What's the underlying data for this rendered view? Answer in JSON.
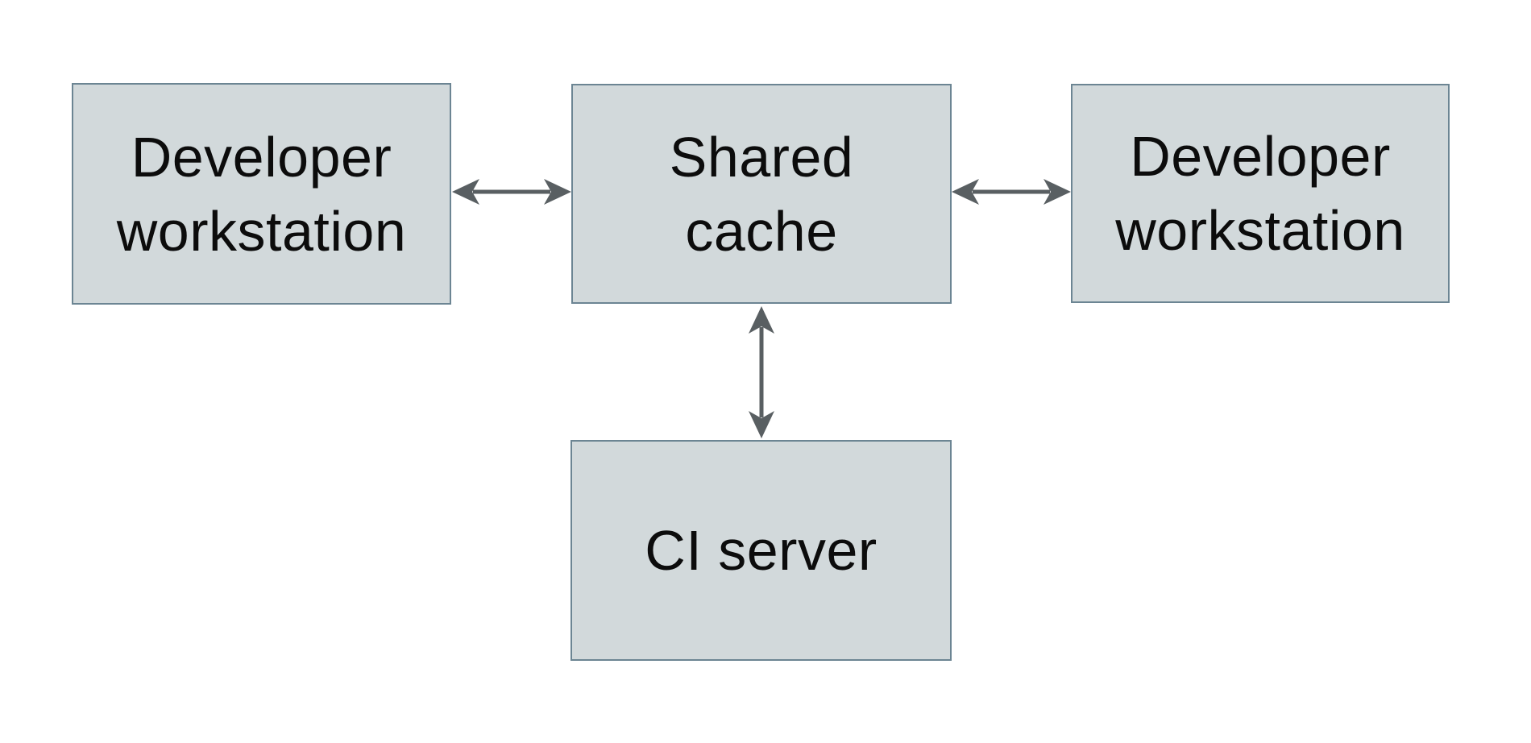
{
  "diagram": {
    "type": "architecture-diagram",
    "background": "#ffffff",
    "nodes": {
      "dev_left": {
        "id": "developer-workstation-left",
        "lines": [
          "Developer",
          "workstation"
        ],
        "label": "Developer workstation"
      },
      "shared_cache": {
        "id": "shared-cache",
        "lines": [
          "Shared",
          "cache"
        ],
        "label": "Shared cache"
      },
      "dev_right": {
        "id": "developer-workstation-right",
        "lines": [
          "Developer",
          "workstation"
        ],
        "label": "Developer workstation"
      },
      "ci_server": {
        "id": "ci-server",
        "lines": [
          "CI server"
        ],
        "label": "CI server"
      }
    },
    "edges": [
      {
        "from": "developer-workstation-left",
        "to": "shared-cache",
        "direction": "bidirectional",
        "orientation": "horizontal"
      },
      {
        "from": "shared-cache",
        "to": "developer-workstation-right",
        "direction": "bidirectional",
        "orientation": "horizontal"
      },
      {
        "from": "shared-cache",
        "to": "ci-server",
        "direction": "bidirectional",
        "orientation": "vertical"
      }
    ],
    "colors": {
      "node_fill": "#d2d9db",
      "node_border": "#6c8593",
      "arrow": "#595f62",
      "text": "#0c0c0c"
    }
  }
}
